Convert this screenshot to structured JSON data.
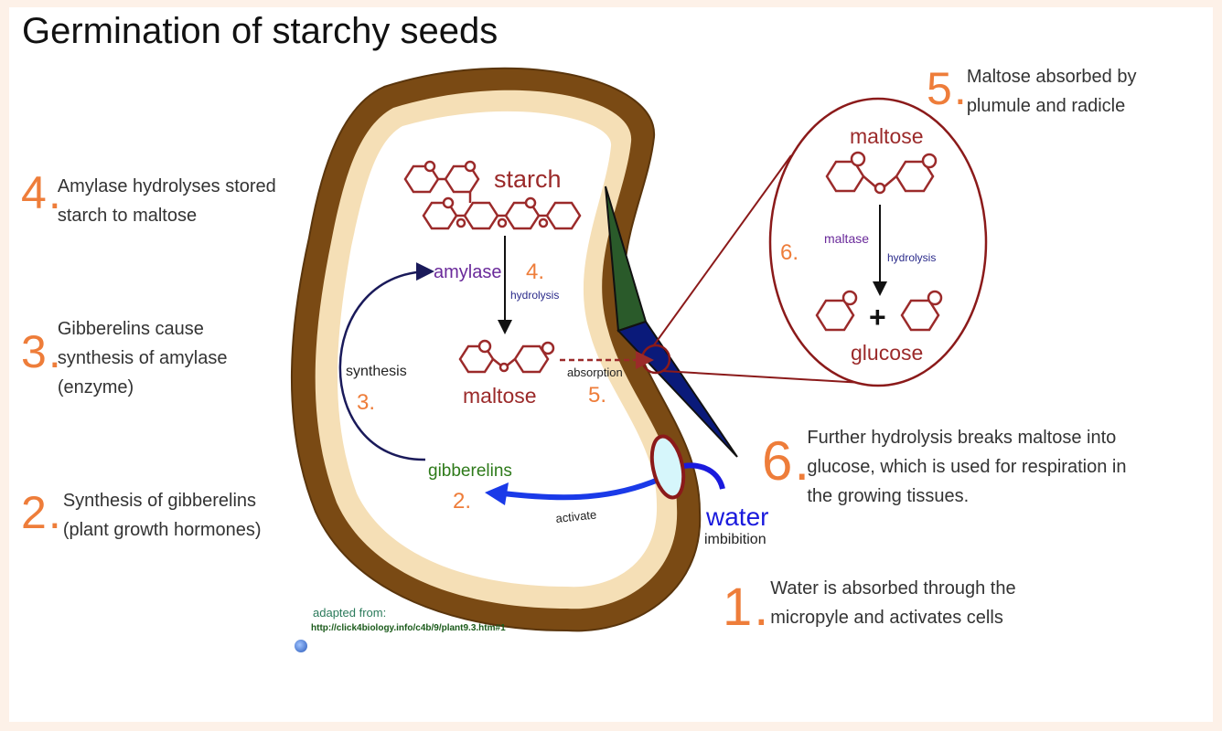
{
  "title": "Germination of starchy seeds",
  "steps": [
    {
      "number": "1",
      "dot": ".",
      "text_lines": [
        "Water is absorbed through the",
        "micropyle and activates cells"
      ]
    },
    {
      "number": "2",
      "dot": ".",
      "text_lines": [
        "Synthesis of gibberelins",
        "(plant growth hormones)"
      ]
    },
    {
      "number": "3",
      "dot": ".",
      "text_lines": [
        "Gibberelins cause",
        "synthesis of amylase",
        "(enzyme)"
      ]
    },
    {
      "number": "4",
      "dot": ".",
      "text_lines": [
        "Amylase hydrolyses stored",
        "starch to maltose"
      ]
    },
    {
      "number": "5",
      "dot": ".",
      "text_lines": [
        "Maltose absorbed by",
        "plumule and radicle"
      ]
    },
    {
      "number": "6",
      "dot": ".",
      "text_lines": [
        "Further hydrolysis breaks maltose into",
        "glucose, which is used for respiration in",
        "the growing tissues."
      ]
    }
  ],
  "diagram": {
    "starch": "starch",
    "amylase": "amylase",
    "hydrolysis": "hydrolysis",
    "maltose": "maltose",
    "absorption": "absorption",
    "synthesis": "synthesis",
    "gibberelins": "gibberelins",
    "activate": "activate",
    "water": "water",
    "imbibition": "imbibition",
    "step_labels": {
      "four": "4.",
      "three": "3.",
      "five": "5.",
      "two": "2.",
      "six": "6."
    },
    "inset": {
      "maltose": "maltose",
      "maltase": "maltase",
      "hydrolysis": "hydrolysis",
      "plus": "+",
      "glucose": "glucose"
    }
  },
  "credit": {
    "line1": "adapted from:",
    "line2": "http://click4biology.info/c4b/9/plant9.3.htm#1"
  },
  "colors": {
    "orange": "#ee7d3a",
    "molecule": "#9b2a2a",
    "seed_coat": "#7a4a14",
    "endosperm": "#f7e8cf",
    "amylase": "#6a2a9a",
    "gibberelins": "#2e7a1a",
    "water": "#1a1add",
    "plumule_green": "#2a5a2a",
    "radicle_blue": "#0a1a7a"
  },
  "icons": {
    "globe": "globe-icon"
  }
}
